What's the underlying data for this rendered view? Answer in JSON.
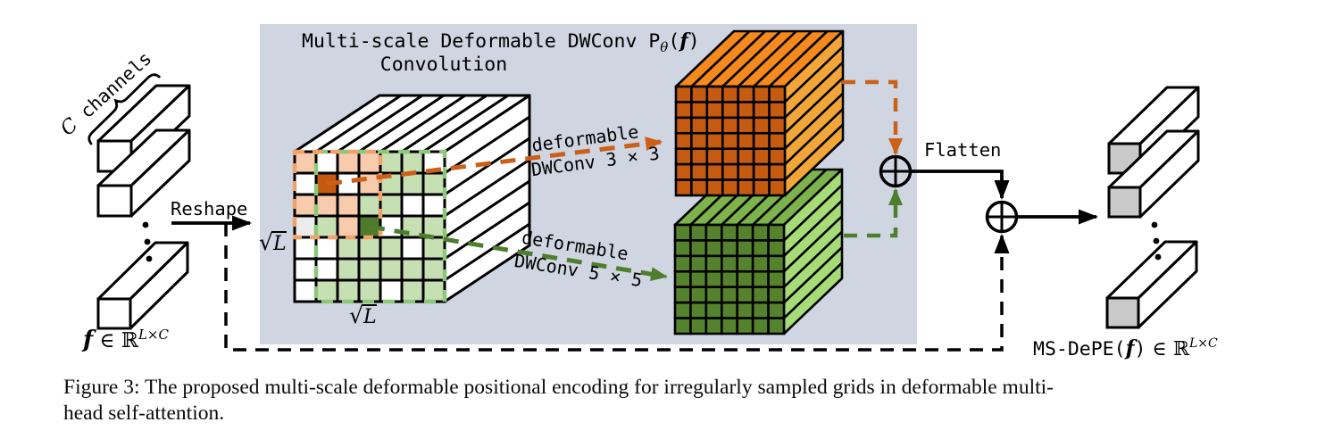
{
  "figure": {
    "panel_title": {
      "part1": "Multi-scale Deformable ",
      "part2": "DWConv P",
      "sub": "θ",
      "open": "(",
      "f": "f",
      "close": ")",
      "line2": "Convolution"
    },
    "reshape": "Reshape",
    "flatten": "Flatten",
    "channels": {
      "c": "C",
      "rest": " channels"
    },
    "input_label": {
      "f": "f",
      "elem": " ∈ ",
      "set": "ℝ",
      "sup": "L×C"
    },
    "sqrt_l": {
      "rad": "√",
      "sym": "L"
    },
    "conv3": {
      "line1": "deformable",
      "line2": "DWConv 3 × 3"
    },
    "conv5": {
      "line1": "deformable",
      "line2": "DWConv 5 × 5"
    },
    "output_label": {
      "name": "MS-DePE",
      "open": "(",
      "f": "f",
      "close": ")",
      "elem": " ∈ ",
      "set": "ℝ",
      "sup": "L×C"
    }
  },
  "caption": {
    "line1": "Figure 3: The proposed multi-scale deformable positional encoding for irregularly sampled grids in deformable multi-",
    "line2": "head self-attention."
  },
  "colors": {
    "panel_bg": "#cfd5e1",
    "peach": "#f9cbad",
    "dark_orange": "#c45911",
    "light_green": "#c6e0b4",
    "dark_green": "#4e7b2a",
    "light_gray_cell": "#ececec",
    "white": "#ffffff",
    "orange_front": "#c55a11",
    "orange_top": "#f5891d",
    "orange_side": "#f2a63a",
    "green_front": "#55832d",
    "green_top": "#7cb34c",
    "green_side": "#a6dc78",
    "orange_dash": "#cc6018",
    "green_dash": "#4e7e2d",
    "orange_region_dash": "#f2a169",
    "green_region_dash": "#8cc878",
    "output_face_gray": "#c9c9c9"
  },
  "grid": {
    "rows": 7,
    "cols": 7,
    "cell_legend": {
      "w": "white",
      "o": "peach",
      "O": "dark_orange",
      "g": "light_green",
      "G": "dark_green",
      "l": "light_gray_cell"
    },
    "matrix": [
      [
        "o",
        "w",
        "o",
        "o",
        "g",
        "g",
        "w"
      ],
      [
        "w",
        "O",
        "w",
        "o",
        "g",
        "g",
        "g"
      ],
      [
        "o",
        "o",
        "o",
        "g",
        "g",
        "w",
        "w"
      ],
      [
        "l",
        "g",
        "o",
        "G",
        "w",
        "g",
        "g"
      ],
      [
        "w",
        "w",
        "g",
        "g",
        "g",
        "w",
        "g"
      ],
      [
        "w",
        "w",
        "g",
        "g",
        "g",
        "g",
        "g"
      ],
      [
        "w",
        "g",
        "g",
        "g",
        "w",
        "g",
        "g"
      ]
    ]
  },
  "cubes": {
    "conv3_output": {
      "rows": 7,
      "cols": 7,
      "color": "orange"
    },
    "conv5_output": {
      "rows": 7,
      "cols": 7,
      "color": "green"
    }
  }
}
